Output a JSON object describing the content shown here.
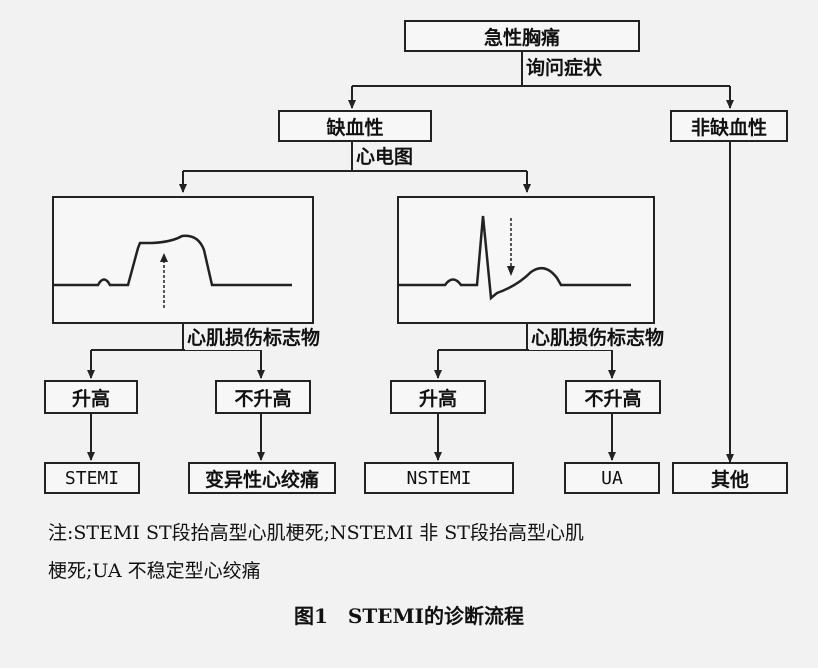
{
  "flow": {
    "top": "急性胸痛",
    "ask_symptoms": "询问症状",
    "ischemic": "缺血性",
    "non_ischemic": "非缺血性",
    "ecg": "心电图",
    "marker_left": "心肌损伤标志物",
    "marker_right": "心肌损伤标志物",
    "raised_left": "升高",
    "not_raised_left": "不升高",
    "raised_right": "升高",
    "not_raised_right": "不升高",
    "stemi": "STEMI",
    "variant_angina": "变异性心绞痛",
    "nstemi": "NSTEMI",
    "ua": "UA",
    "other": "其他"
  },
  "note": {
    "line1": "注:STEMI ST段抬高型心肌梗死;NSTEMI 非 ST段抬高型心肌",
    "line2": "梗死;UA 不稳定型心绞痛"
  },
  "caption": "图1　STEMI的诊断流程"
}
